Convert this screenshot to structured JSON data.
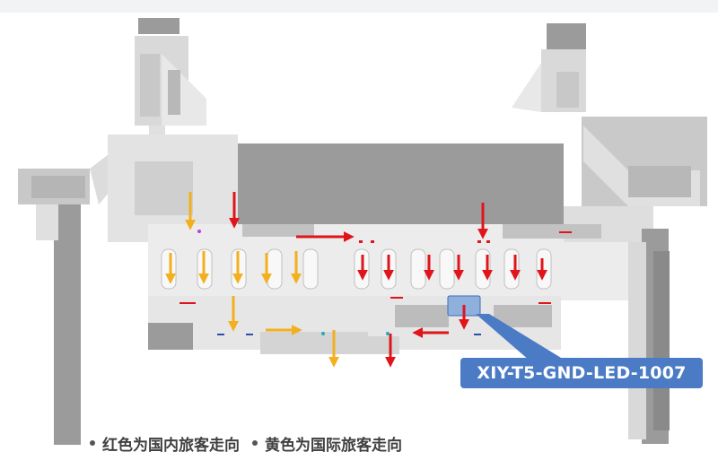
{
  "map": {
    "colors": {
      "domestic_arrow": "#e0141b",
      "international_arrow": "#f2b01e",
      "building": "#9b9b9b",
      "concourse": "#e6e6e6",
      "callout": "#4a7bc4",
      "highlight_box": "#8fb0dd"
    },
    "marker": {
      "label": "XIY-T5-GND-LED-1007"
    }
  },
  "legend": {
    "domestic": "红色为国内旅客走向",
    "international": "黄色为国际旅客走向"
  }
}
